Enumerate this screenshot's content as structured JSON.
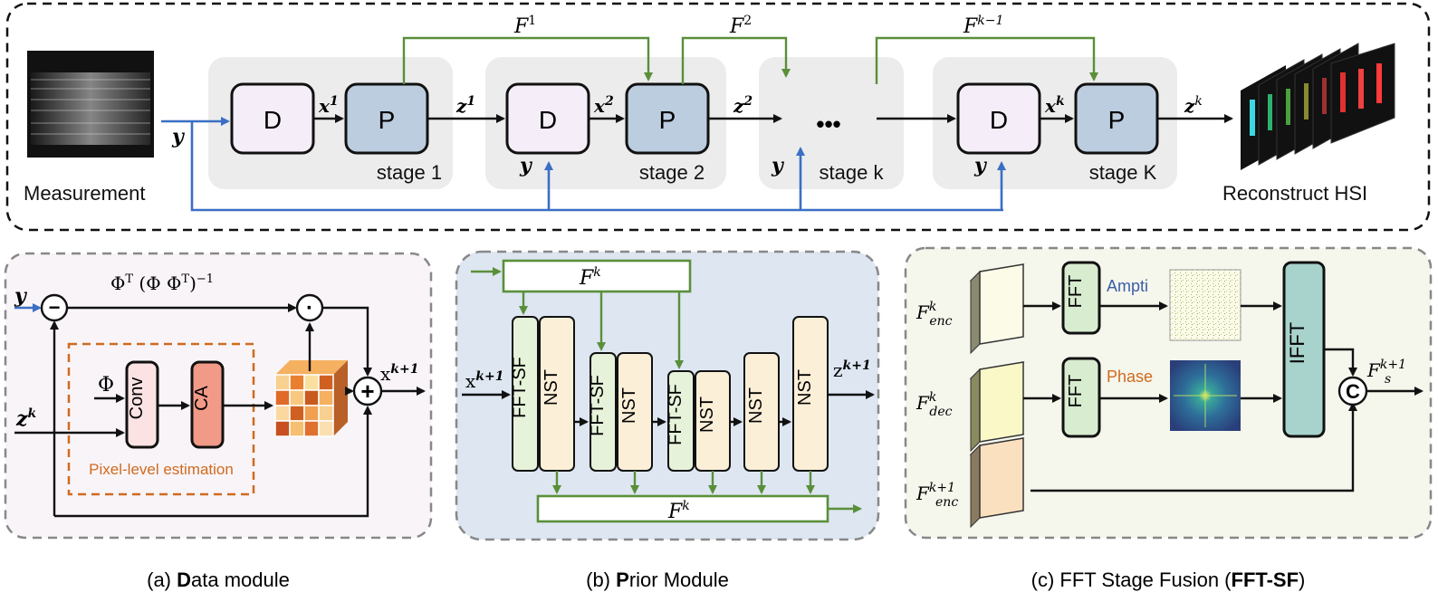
{
  "top": {
    "measurement_label": "Measurement",
    "reconstruct_label": "Reconstruct HSI",
    "d_label": "D",
    "p_label": "P",
    "stage1": "stage 1",
    "stage2": "stage 2",
    "stagek": "stage k",
    "stageK": "stage K",
    "y": "y",
    "x1": "x",
    "x1_sup": "1",
    "z1": "z",
    "z1_sup": "1",
    "x2": "x",
    "x2_sup": "2",
    "z2": "z",
    "z2_sup": "2",
    "xk": "x",
    "xk_sup": "k",
    "zk": "z",
    "zk_sup": "k",
    "F1": "F",
    "F1_sup": "1",
    "F2": "F",
    "F2_sup": "2",
    "Fk1": "F",
    "Fk1_sup": "k−1",
    "dots": "•••"
  },
  "data_module": {
    "formula": "Φ",
    "formula_sup": "T",
    "formula_mid": " (Φ Φ",
    "formula_sup2": "T",
    "formula_end": ")",
    "formula_sup3": "−1",
    "minus": "−",
    "dot": "·",
    "plus": "+",
    "phi": "Φ",
    "conv": "Conv",
    "ca": "CA",
    "pixel_level": "Pixel-level estimation",
    "y": "y",
    "zk": "z",
    "zk_sup": "k",
    "out": "x",
    "out_sup": "k+1"
  },
  "prior_module": {
    "Fk_top": "F",
    "Fk_top_sup": "k",
    "Fk_bottom": "F",
    "Fk_bottom_sup": "k",
    "fftsf": "FFT-SF",
    "nst": "NST",
    "xin": "x",
    "xin_sup": "k+1",
    "zout": "z",
    "zout_sup": "k+1"
  },
  "fftsf_module": {
    "fenc": "F",
    "fenc_sup": "k",
    "fenc_sub": "enc",
    "fdec": "F",
    "fdec_sup": "k",
    "fdec_sub": "dec",
    "fenc1": "F",
    "fenc1_sup": "k+1",
    "fenc1_sub": "enc",
    "fft": "FFT",
    "ifft": "IFFT",
    "ampti": "Ampti",
    "phase": "Phase",
    "c": "C",
    "fs": "F",
    "fs_sup": "k+1",
    "fs_sub": "s"
  },
  "captions": {
    "a_prefix": "(a) ",
    "a_bold": "D",
    "a_rest": "ata module",
    "b_prefix": "(b) ",
    "b_bold": "P",
    "b_rest": "rior Module",
    "c_prefix": "(c) FFT Stage Fusion (",
    "c_bold": "FFT-SF",
    "c_suffix": ")"
  },
  "colors": {
    "d_box": "#f5eef8",
    "p_box": "#bccde0",
    "stage_bg": "#ececec",
    "panel_a_bg": "#f8f4f8",
    "panel_b_bg": "#dde6f1",
    "panel_c_bg": "#f5f6ec",
    "blue_arrow": "#3a6fc4",
    "green_arrow": "#5a8f3a",
    "orange_text": "#d06a1f",
    "ampti_text": "#3a5fa8"
  }
}
